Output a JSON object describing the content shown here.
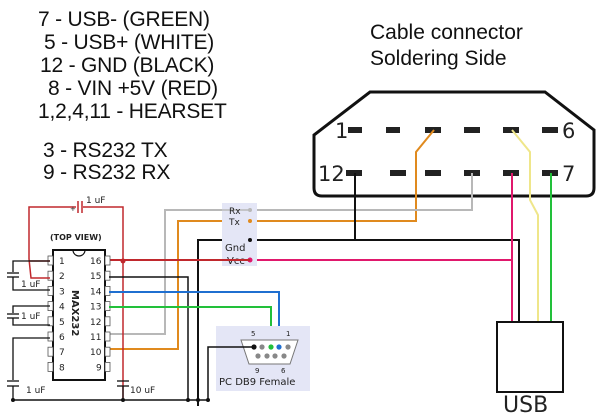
{
  "legend": {
    "lines": [
      "7 - USB- (GREEN)",
      "5 - USB+ (WHITE)",
      "12 - GND (BLACK)",
      "8 - VIN +5V (RED)",
      "1,2,4,11 - HEARSET",
      "3 - RS232 TX",
      "9 - RS232 RX"
    ]
  },
  "connector": {
    "title_line1": "Cable connector",
    "title_line2": "Soldering Side",
    "pin_label_top_left": "1",
    "pin_label_top_right": "6",
    "pin_label_bottom_left": "12",
    "pin_label_bottom_right": "7"
  },
  "max232": {
    "chip_name": "MAX232",
    "top_view_label": "(TOP VIEW)",
    "left_pins": [
      "1",
      "2",
      "3",
      "4",
      "5",
      "6",
      "7",
      "8"
    ],
    "right_pins": [
      "16",
      "15",
      "14",
      "13",
      "12",
      "11",
      "10",
      "9"
    ],
    "capacitors": {
      "top": "1 uF",
      "c1": "1 uF",
      "c2": "1 uF",
      "bottom_left": "1 uF",
      "bottom_right": "10 uF"
    }
  },
  "signal_box": {
    "rx": "Rx",
    "tx": "Tx",
    "gnd": "Gnd",
    "vcc": "Vcc"
  },
  "db9": {
    "label": "PC DB9 Female",
    "pin5": "5",
    "pin1": "1",
    "pin9": "9",
    "pin6": "6"
  },
  "usb": {
    "label": "USB"
  },
  "colors": {
    "red": "#c0282d",
    "pink": "#e0186c",
    "orange": "#e08a1e",
    "gray": "#b0b0b0",
    "blue": "#1f6fd0",
    "green": "#22c03a",
    "yellow": "#efe68a",
    "black": "#111111",
    "panel": "#e4e6f6"
  }
}
